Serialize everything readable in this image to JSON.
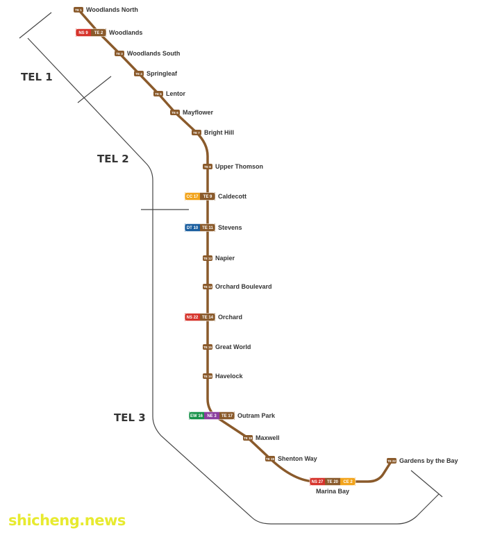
{
  "colors": {
    "tel_line": "#8a5a2b",
    "te_badge": "#8a5a2b",
    "ns_badge": "#d6342c",
    "cc_badge": "#f2a41c",
    "dt_badge": "#1a5e9f",
    "ew_badge": "#18924a",
    "ne_badge": "#8b3fa0",
    "ce_badge": "#f2a41c",
    "segment_line": "#444444",
    "watermark": "#e7ea2f"
  },
  "segments": [
    "TEL 1",
    "TEL 2",
    "TEL 3"
  ],
  "stations": [
    {
      "name": "Woodlands North",
      "codes": [
        {
          "line": "te",
          "code": "TE 1"
        }
      ]
    },
    {
      "name": "Woodlands",
      "codes": [
        {
          "line": "ns",
          "code": "NS 9"
        },
        {
          "line": "te",
          "code": "TE 2"
        }
      ]
    },
    {
      "name": "Woodlands South",
      "codes": [
        {
          "line": "te",
          "code": "TE 3"
        }
      ]
    },
    {
      "name": "Springleaf",
      "codes": [
        {
          "line": "te",
          "code": "TE 4"
        }
      ]
    },
    {
      "name": "Lentor",
      "codes": [
        {
          "line": "te",
          "code": "TE 5"
        }
      ]
    },
    {
      "name": "Mayflower",
      "codes": [
        {
          "line": "te",
          "code": "TE 6"
        }
      ]
    },
    {
      "name": "Bright Hill",
      "codes": [
        {
          "line": "te",
          "code": "TE 7"
        }
      ]
    },
    {
      "name": "Upper Thomson",
      "codes": [
        {
          "line": "te",
          "code": "TE 8"
        }
      ]
    },
    {
      "name": "Caldecott",
      "codes": [
        {
          "line": "cc",
          "code": "CC 17"
        },
        {
          "line": "te",
          "code": "TE 9"
        }
      ]
    },
    {
      "name": "Stevens",
      "codes": [
        {
          "line": "dt",
          "code": "DT 10"
        },
        {
          "line": "te",
          "code": "TE 11"
        }
      ]
    },
    {
      "name": "Napier",
      "codes": [
        {
          "line": "te",
          "code": "TE 12"
        }
      ]
    },
    {
      "name": "Orchard Boulevard",
      "codes": [
        {
          "line": "te",
          "code": "TE 13"
        }
      ]
    },
    {
      "name": "Orchard",
      "codes": [
        {
          "line": "ns",
          "code": "NS 22"
        },
        {
          "line": "te",
          "code": "TE 14"
        }
      ]
    },
    {
      "name": "Great World",
      "codes": [
        {
          "line": "te",
          "code": "TE 15"
        }
      ]
    },
    {
      "name": "Havelock",
      "codes": [
        {
          "line": "te",
          "code": "TE 16"
        }
      ]
    },
    {
      "name": "Outram Park",
      "codes": [
        {
          "line": "ew",
          "code": "EW 16"
        },
        {
          "line": "ne",
          "code": "NE 3"
        },
        {
          "line": "te",
          "code": "TE 17"
        }
      ]
    },
    {
      "name": "Maxwell",
      "codes": [
        {
          "line": "te",
          "code": "TE 18"
        }
      ]
    },
    {
      "name": "Shenton Way",
      "codes": [
        {
          "line": "te",
          "code": "TE 19"
        }
      ]
    },
    {
      "name": "Marina Bay",
      "codes": [
        {
          "line": "ns",
          "code": "NS 27"
        },
        {
          "line": "te",
          "code": "TE 20"
        },
        {
          "line": "ce",
          "code": "CE 2"
        }
      ]
    },
    {
      "name": "Gardens by the Bay",
      "codes": [
        {
          "line": "te",
          "code": "TE 22"
        }
      ]
    }
  ],
  "watermark": "shicheng.news"
}
